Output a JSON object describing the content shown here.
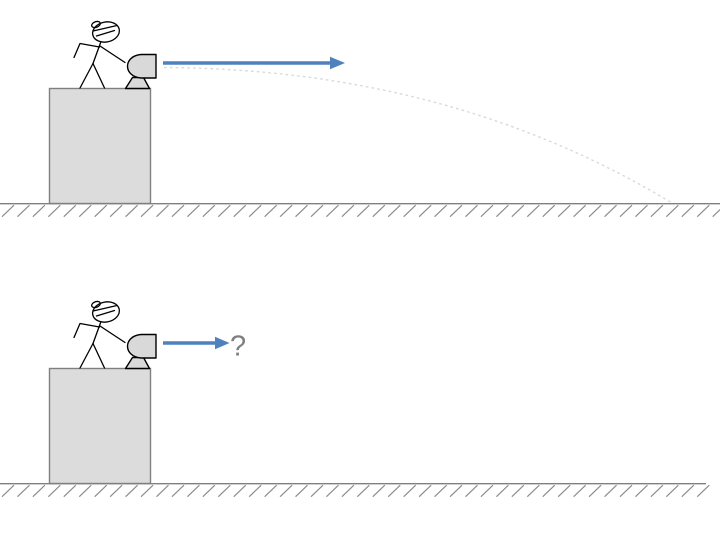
{
  "diagram": {
    "scene": "projectile-launch-comparison",
    "panels": {
      "top": {
        "elements": [
          "stick-figure-icon",
          "cannon-icon",
          "pedestal-block",
          "velocity-arrow-icon",
          "trajectory-path",
          "ground-hatching"
        ],
        "arrow_color": "#4e81bd",
        "trajectory_color": "#d9d9d9"
      },
      "bottom": {
        "elements": [
          "stick-figure-icon",
          "cannon-icon",
          "pedestal-block",
          "velocity-arrow-icon",
          "question-mark",
          "ground-hatching"
        ],
        "question_mark": "?",
        "question_color": "#7f7f7f",
        "arrow_color": "#4e81bd"
      }
    },
    "colors": {
      "background": "#ffffff",
      "block_fill": "#dcdcdc",
      "block_stroke": "#7f7f7f",
      "cannon_fill": "#d9d9d9",
      "cannon_stroke": "#000000",
      "figure_stroke": "#000000",
      "ground_line": "#7f7f7f",
      "hatch": "#8c8c8c"
    }
  }
}
